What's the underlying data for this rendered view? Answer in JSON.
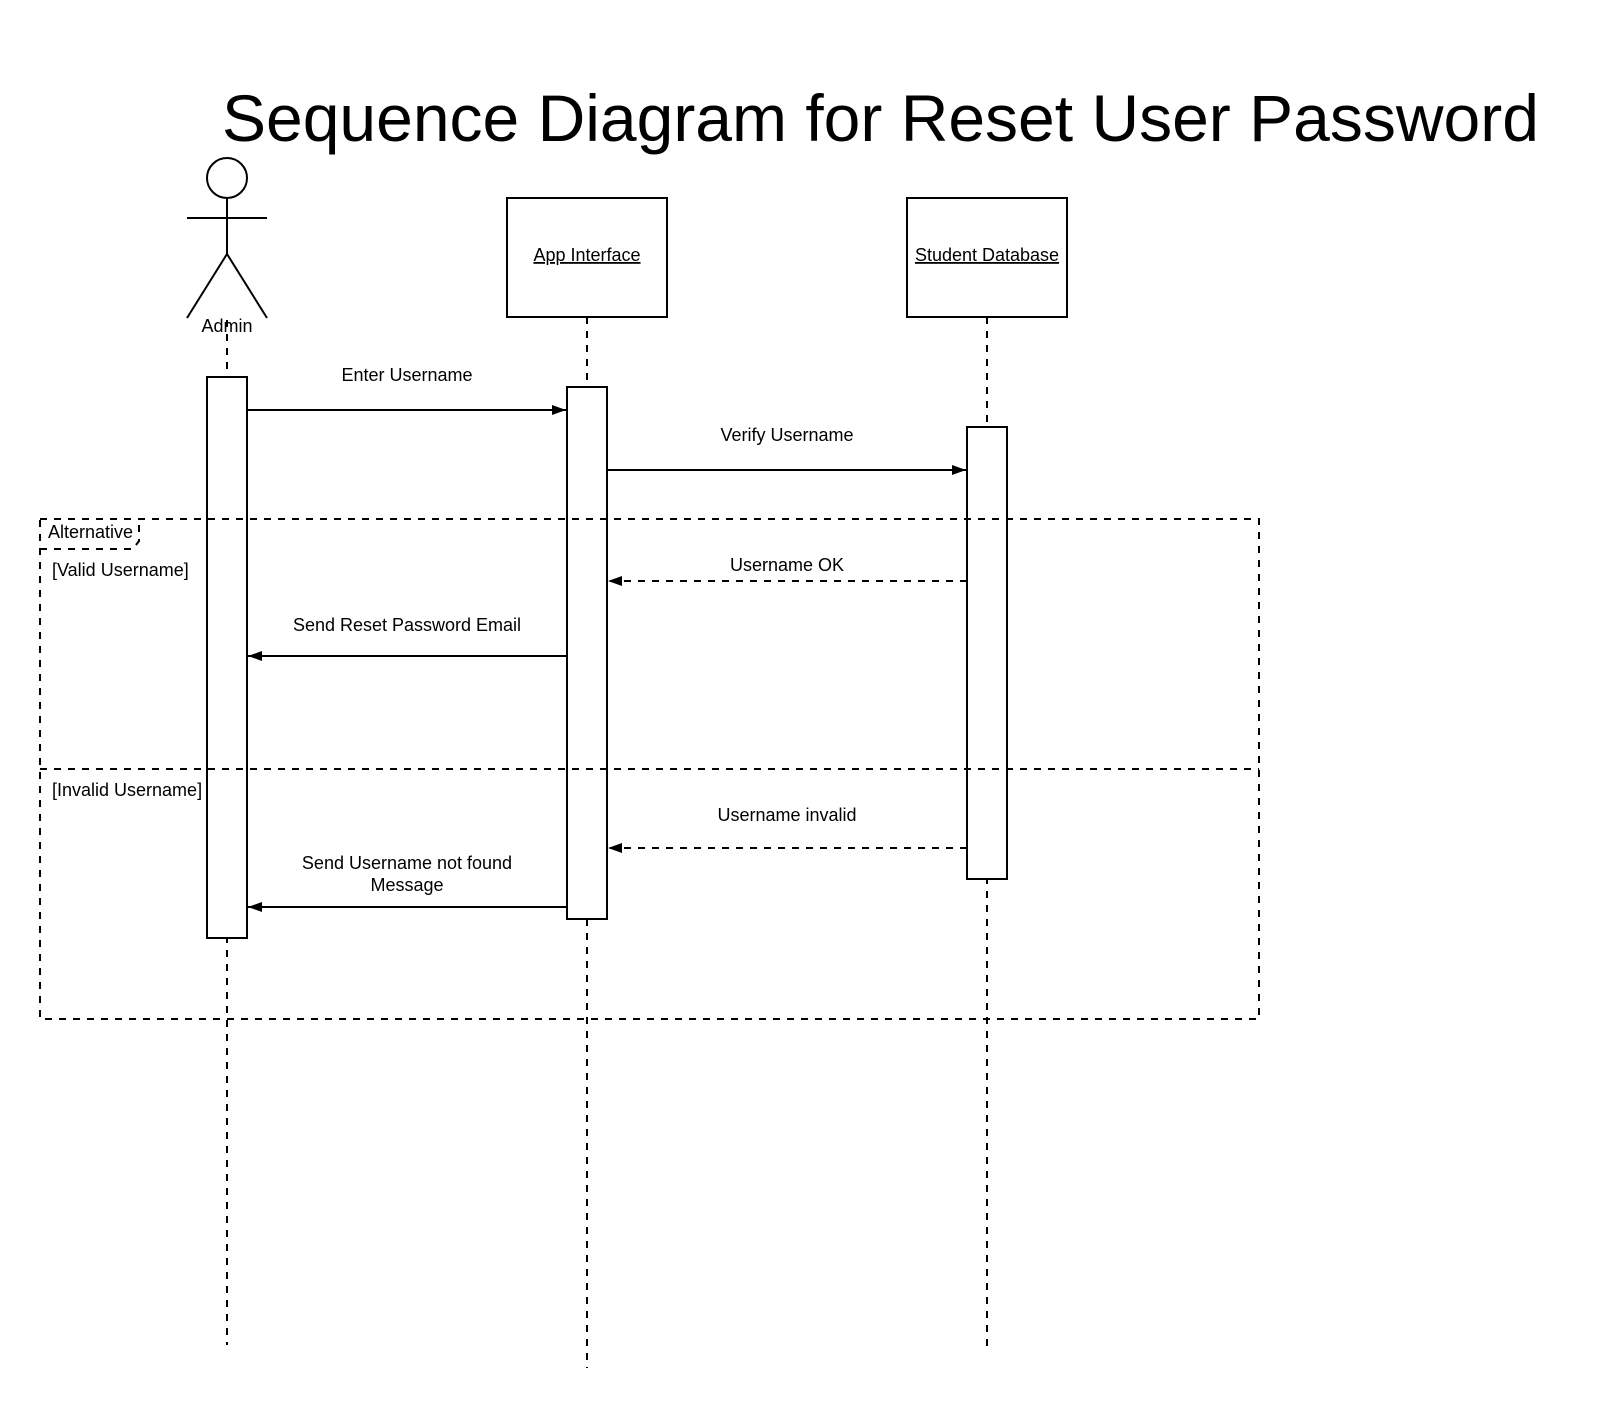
{
  "diagram": {
    "title": "Sequence Diagram for Reset User Password",
    "participants": {
      "admin": "Admin",
      "app_interface": "App Interface",
      "student_database": "Student Database"
    },
    "messages": {
      "enter_username": "Enter Username",
      "verify_username": "Verify Username",
      "username_ok": "Username OK",
      "send_reset_email": "Send Reset Password Email",
      "username_invalid": "Username invalid",
      "send_not_found_line1": "Send Username not found",
      "send_not_found_line2": "Message"
    },
    "fragment": {
      "operator": "Alternative",
      "guard_valid": "[Valid Username]",
      "guard_invalid": "[Invalid Username]"
    }
  }
}
